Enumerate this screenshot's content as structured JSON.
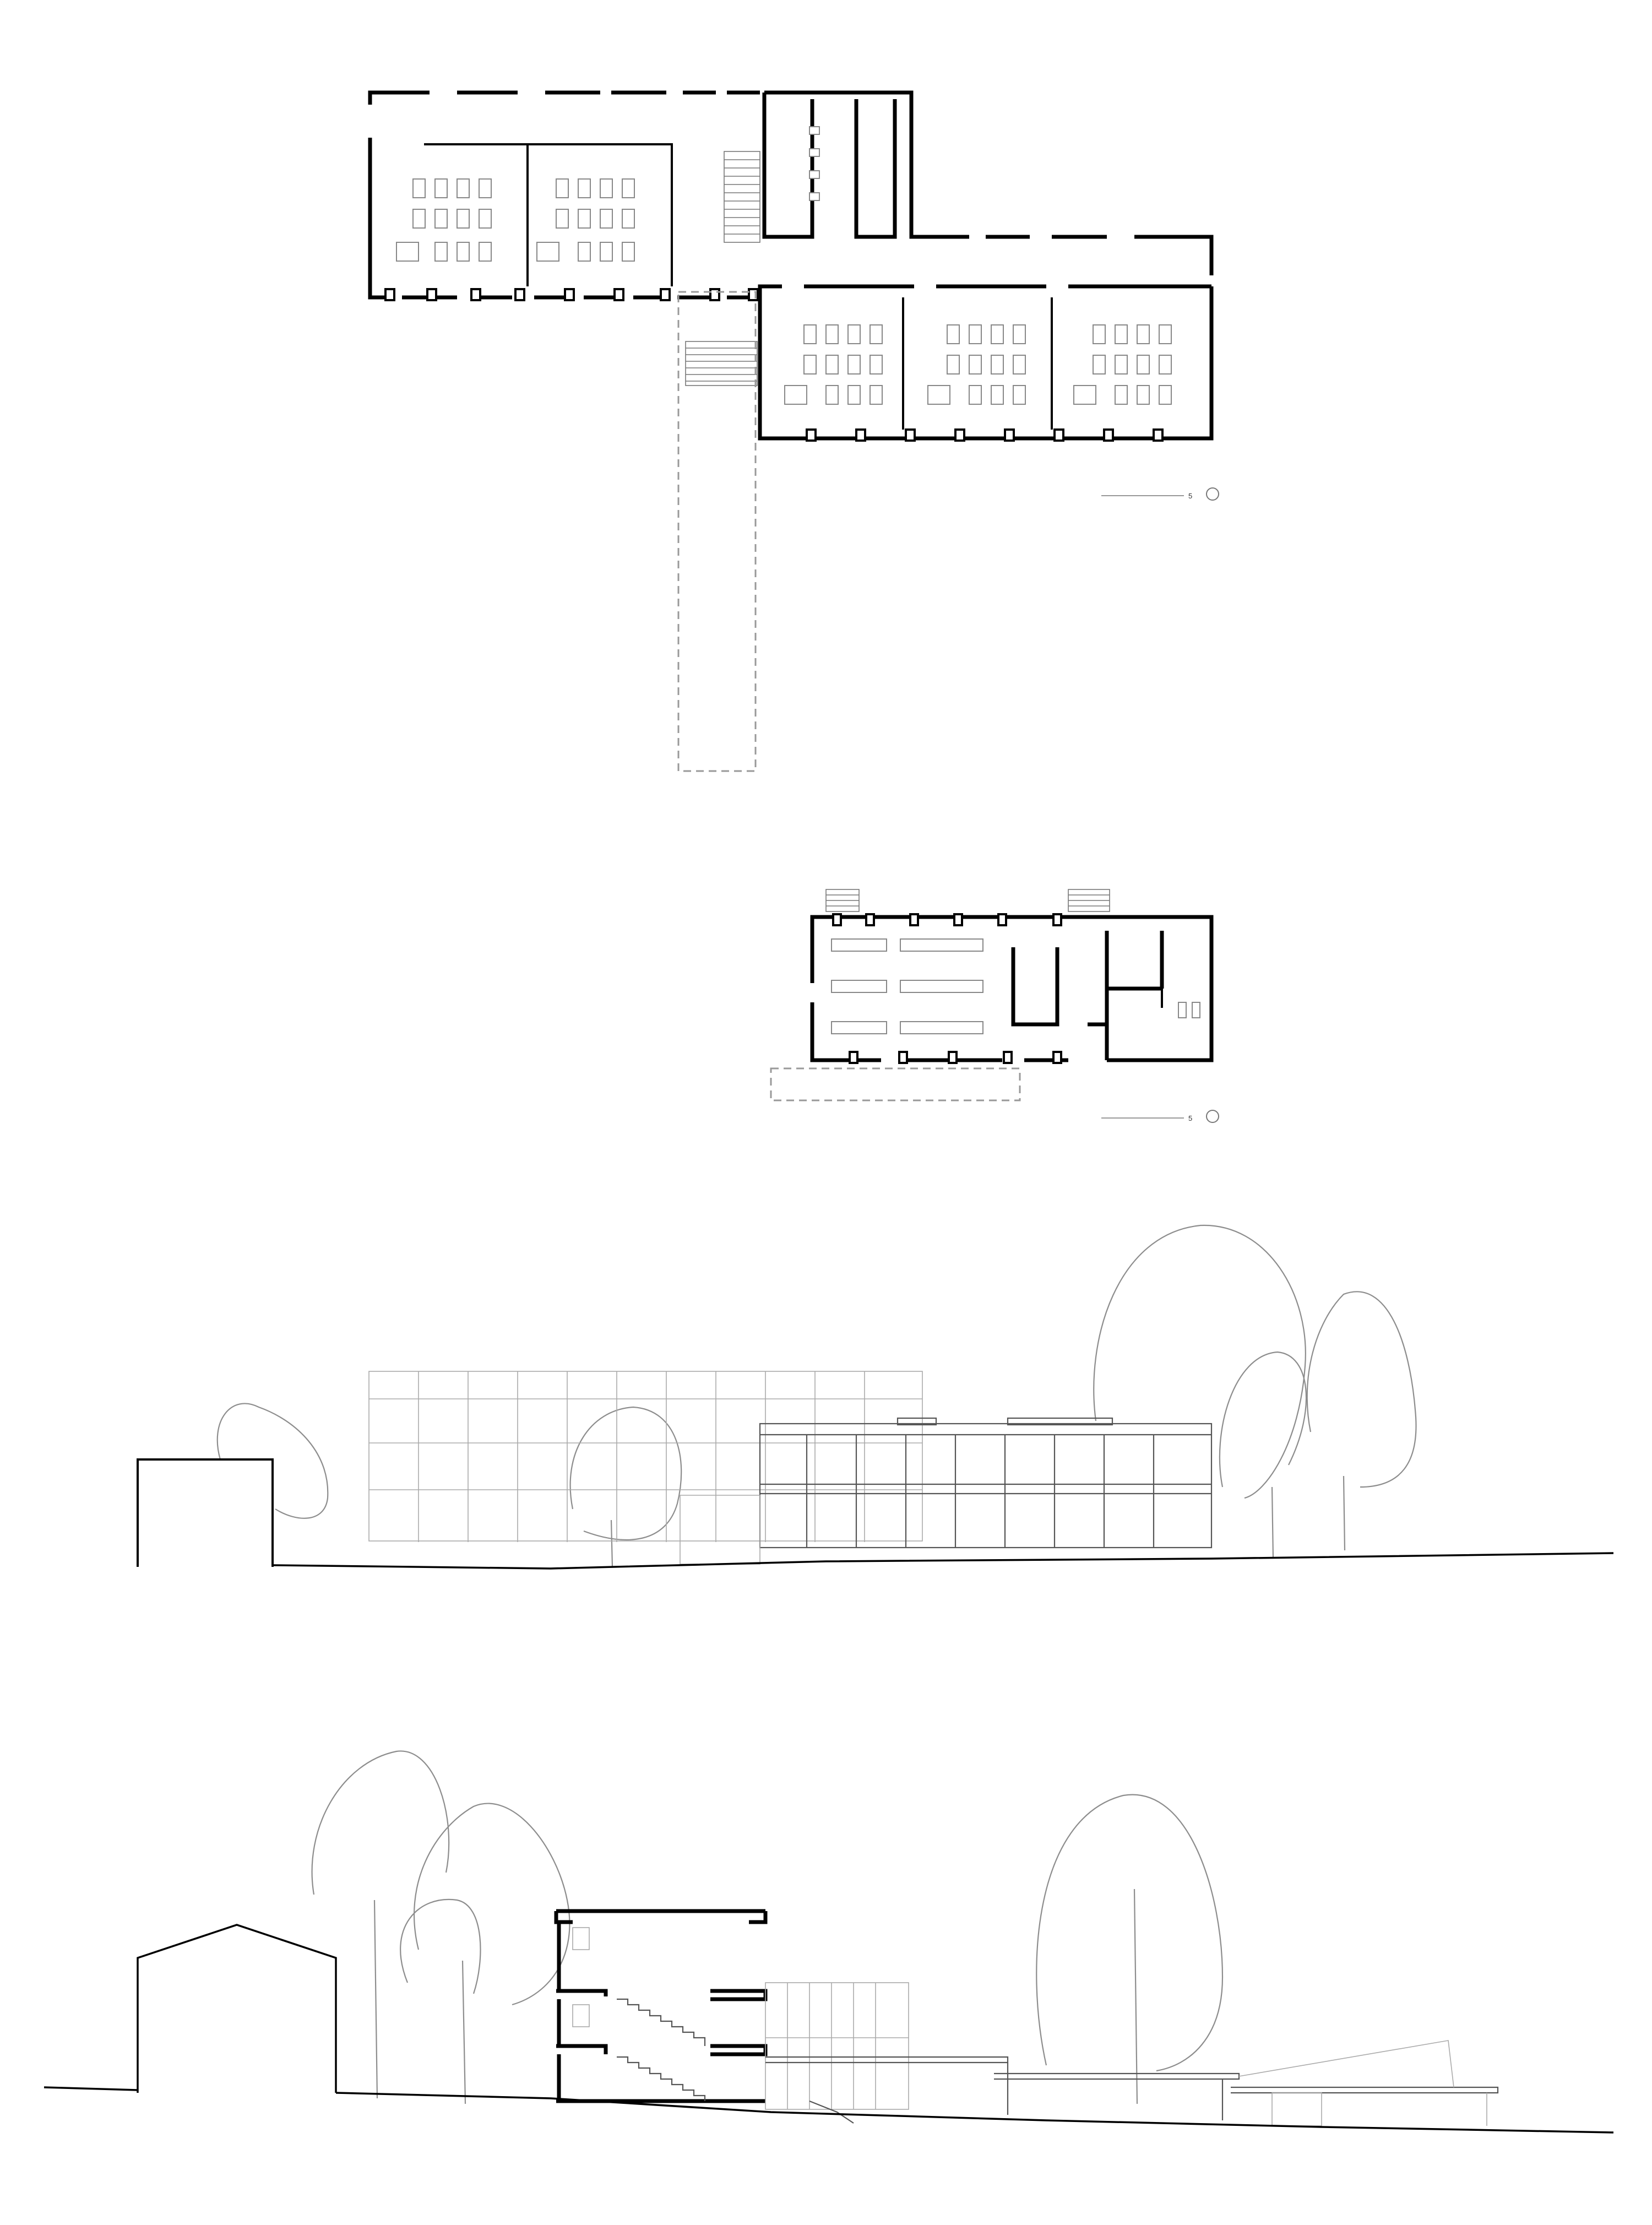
{
  "drawings": [
    {
      "id": "upper-floor-plan",
      "scale_label": "5"
    },
    {
      "id": "lower-floor-plan",
      "scale_label": "5"
    },
    {
      "id": "elevation"
    },
    {
      "id": "section"
    }
  ]
}
